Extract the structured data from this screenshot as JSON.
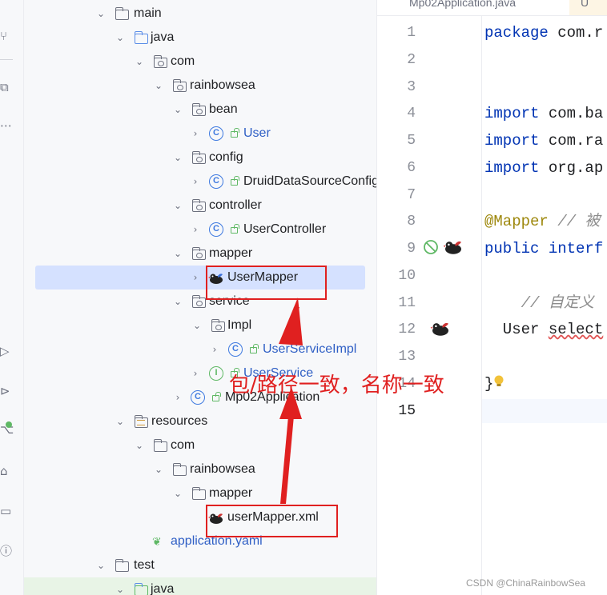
{
  "tree": {
    "items": [
      {
        "label": "main"
      },
      {
        "label": "java"
      },
      {
        "label": "com"
      },
      {
        "label": "rainbowsea"
      },
      {
        "label": "bean"
      },
      {
        "label": "User"
      },
      {
        "label": "config"
      },
      {
        "label": "DruidDataSourceConfig"
      },
      {
        "label": "controller"
      },
      {
        "label": "UserController"
      },
      {
        "label": "mapper"
      },
      {
        "label": "UserMapper"
      },
      {
        "label": "service"
      },
      {
        "label": "Impl"
      },
      {
        "label": "UserServiceImpl"
      },
      {
        "label": "UserService"
      },
      {
        "label": "Mp02Application"
      },
      {
        "label": "resources"
      },
      {
        "label": "com"
      },
      {
        "label": "rainbowsea"
      },
      {
        "label": "mapper"
      },
      {
        "label": "userMapper.xml"
      },
      {
        "label": "application.yaml"
      },
      {
        "label": "test"
      },
      {
        "label": "java"
      }
    ],
    "class_icon": "C",
    "interface_icon": "I"
  },
  "editor": {
    "tabs": [
      "Mp02Application.java",
      "U"
    ],
    "line_numbers": [
      "1",
      "2",
      "3",
      "4",
      "5",
      "6",
      "7",
      "8",
      "9",
      "10",
      "11",
      "12",
      "13",
      "14",
      "15"
    ],
    "current_line": "15",
    "lines": {
      "l1_kw": "package",
      "l1_rest": " com.r",
      "l4_kw": "import",
      "l4_rest": " com.ba",
      "l5_kw": "import",
      "l5_rest": " com.ra",
      "l6_kw": "import",
      "l6_rest": " org.ap",
      "l8_ann": "@Mapper",
      "l8_cmt": " // 被",
      "l9_kw1": "public",
      "l9_kw2": " interf",
      "l11_cmt": "    // 自定义",
      "l12_type": "  User ",
      "l12_sq": "select",
      "l14_brace": "}"
    }
  },
  "annotation": {
    "text": "包/路径一致，名称一致",
    "color": "#e02020"
  },
  "watermark": "CSDN @ChinaRainbowSea",
  "icons": [
    "branch-icon",
    "structure-icon",
    "more-icon",
    "run-icon",
    "build-icon",
    "git-icon",
    "deploy-icon",
    "terminal-icon",
    "problems-icon",
    "mybatis-bird-icon",
    "bulb-icon",
    "gutter-implement-icon"
  ],
  "colors": {
    "accent": "#2f5fc5",
    "selection": "#d5e1ff",
    "keyword": "#0033b3",
    "annotation_red": "#e02020"
  }
}
